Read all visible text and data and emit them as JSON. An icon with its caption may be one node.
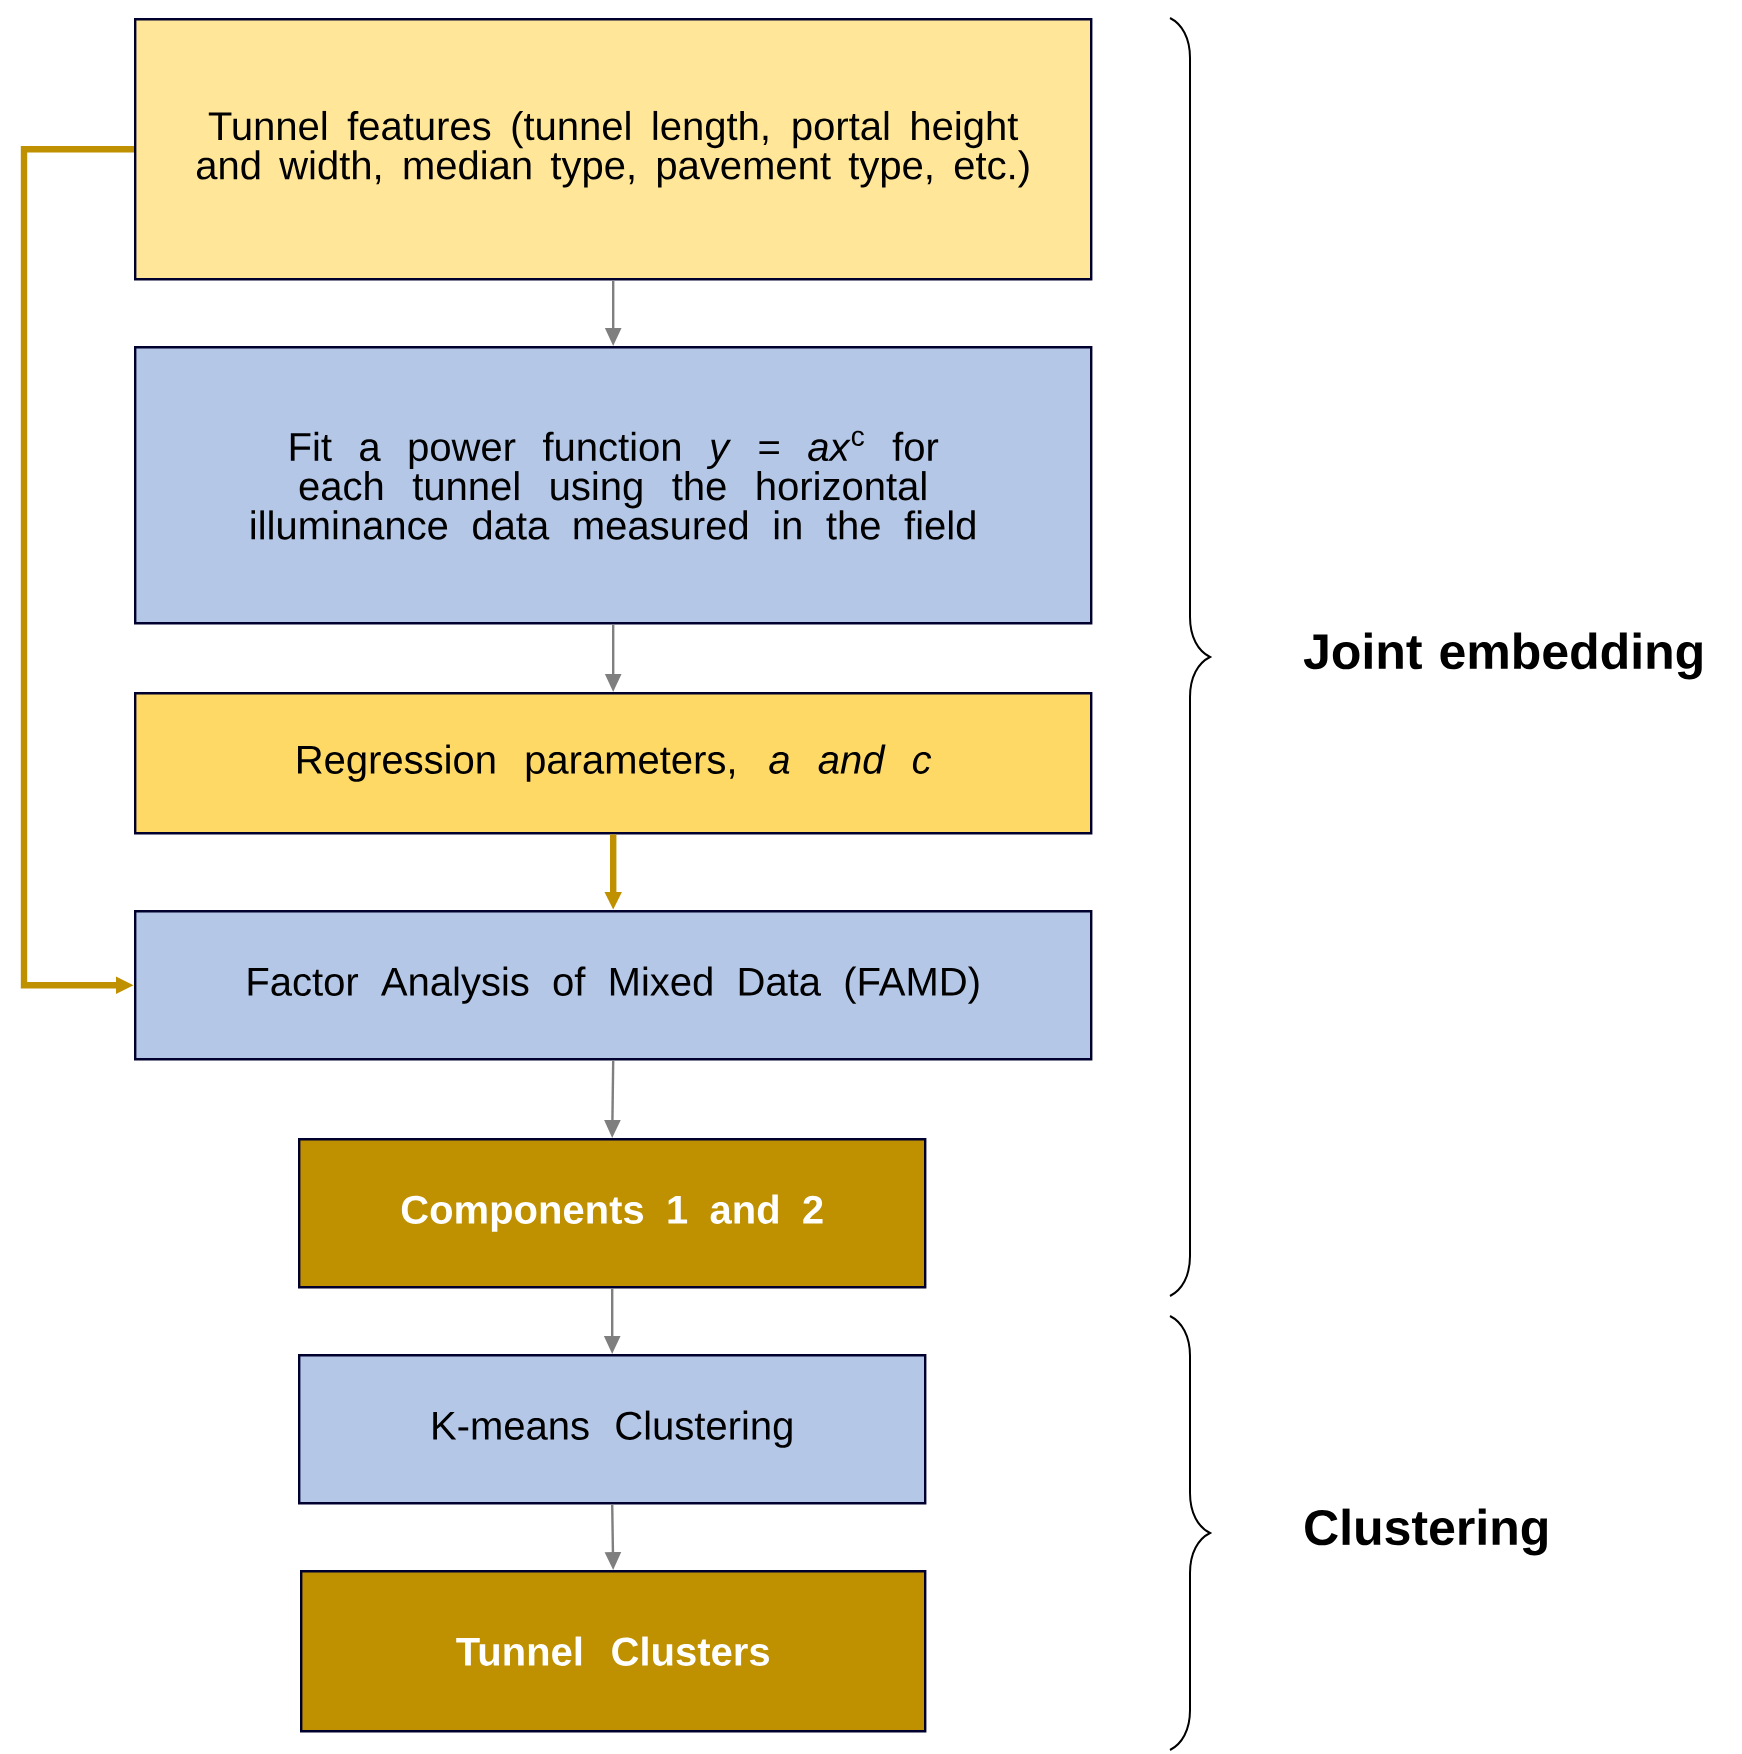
{
  "diagram": {
    "nodes": [
      {
        "text": [
          "Tunnel features (tunnel length, portal height and width, median type, pavement type, etc.)"
        ]
      },
      {
        "text": [
          "Fit a power function *y* = *ax*$^{c}$ for each tunnel using the horizontal illuminance data measured in the field"
        ]
      },
      {
        "text": [
          "Regression parameters, *a and c*"
        ]
      },
      {
        "text": [
          "Factor Analysis of Mixed Data (FAMD)"
        ]
      },
      {
        "text": [
          "Components 1 and 2"
        ]
      },
      {
        "text": [
          "K-means Clustering"
        ]
      },
      {
        "text": [
          "Tunnel Clusters"
        ]
      }
    ],
    "edges": [
      {
        "from": 0,
        "to": 1,
        "arrow": "to"
      },
      {
        "from": 1,
        "to": 2,
        "arrow": "to"
      },
      {
        "from": 2,
        "to": 3,
        "arrow": "to",
        "style": "thick",
        "color": "#bf9000"
      },
      {
        "from": 0,
        "to": 3,
        "arrow": "to",
        "style": "thick",
        "color": "#bf9000"
      },
      {
        "from": 3,
        "to": 4,
        "arrow": "to"
      },
      {
        "from": 4,
        "to": 5,
        "arrow": "to"
      },
      {
        "from": 5,
        "to": 6,
        "arrow": "to"
      }
    ],
    "labels": [
      "Joint embedding",
      "Clustering"
    ]
  }
}
